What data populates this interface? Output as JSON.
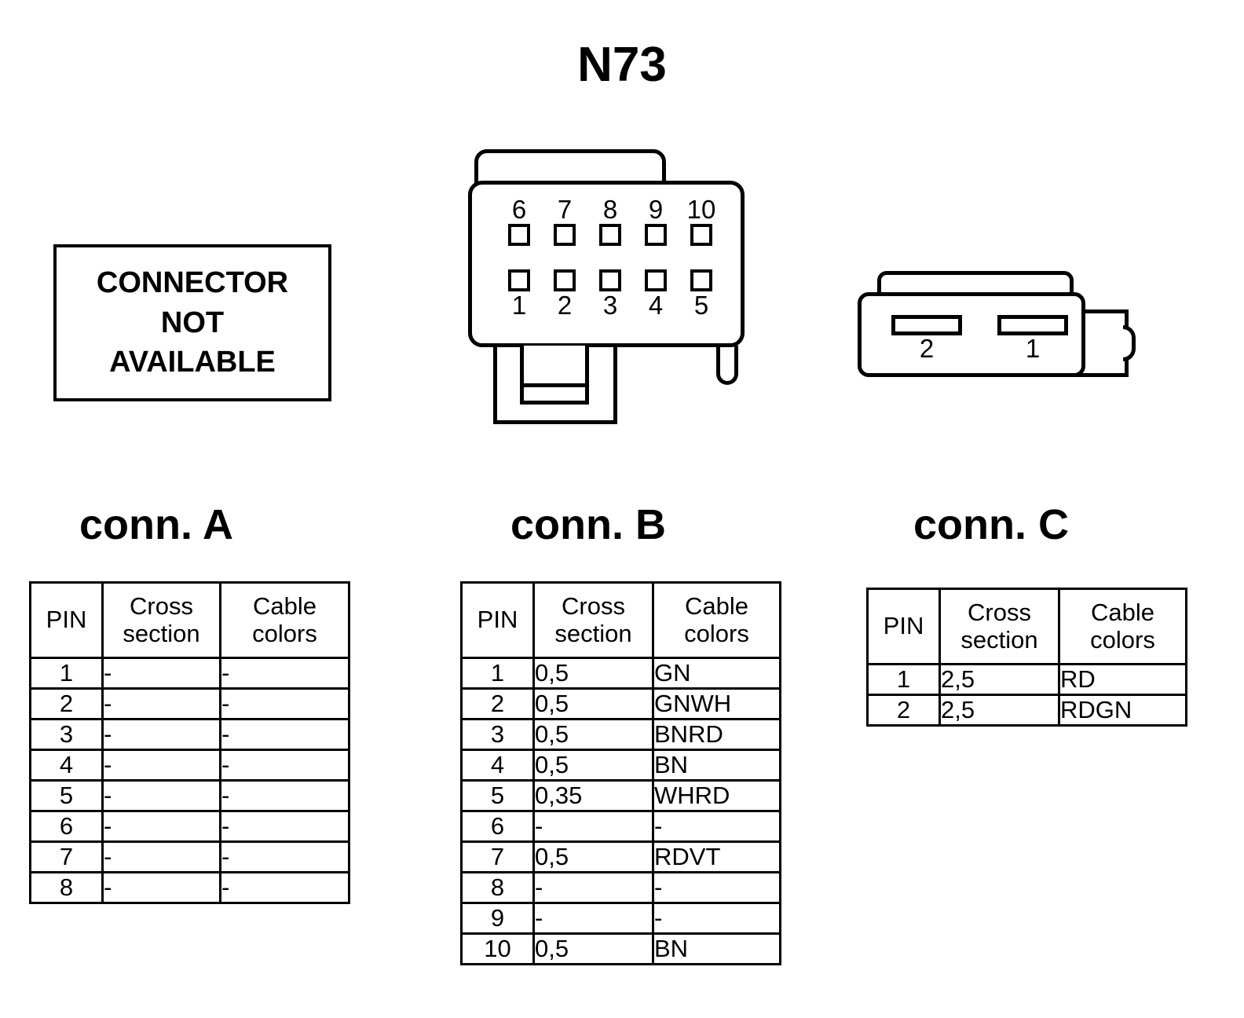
{
  "title": "N73",
  "not_available_box": {
    "line1": "CONNECTOR",
    "line2": "NOT",
    "line3": "AVAILABLE"
  },
  "connector_b_drawing": {
    "top_pin_numbers": [
      "6",
      "7",
      "8",
      "9",
      "10"
    ],
    "bottom_pin_numbers": [
      "1",
      "2",
      "3",
      "4",
      "5"
    ]
  },
  "connector_c_drawing": {
    "slot_numbers": [
      "2",
      "1"
    ]
  },
  "headings": {
    "conn_a": "conn. A",
    "conn_b": "conn. B",
    "conn_c": "conn. C"
  },
  "table_headers": {
    "pin": "PIN",
    "cross_section": "Cross section",
    "cable_colors": "Cable colors"
  },
  "tables": {
    "conn_a": {
      "rows": [
        {
          "pin": "1",
          "cross_section": "-",
          "cable_colors": "-"
        },
        {
          "pin": "2",
          "cross_section": "-",
          "cable_colors": "-"
        },
        {
          "pin": "3",
          "cross_section": "-",
          "cable_colors": "-"
        },
        {
          "pin": "4",
          "cross_section": "-",
          "cable_colors": "-"
        },
        {
          "pin": "5",
          "cross_section": "-",
          "cable_colors": "-"
        },
        {
          "pin": "6",
          "cross_section": "-",
          "cable_colors": "-"
        },
        {
          "pin": "7",
          "cross_section": "-",
          "cable_colors": "-"
        },
        {
          "pin": "8",
          "cross_section": "-",
          "cable_colors": "-"
        }
      ]
    },
    "conn_b": {
      "rows": [
        {
          "pin": "1",
          "cross_section": "0,5",
          "cable_colors": "GN"
        },
        {
          "pin": "2",
          "cross_section": "0,5",
          "cable_colors": "GNWH"
        },
        {
          "pin": "3",
          "cross_section": "0,5",
          "cable_colors": "BNRD"
        },
        {
          "pin": "4",
          "cross_section": "0,5",
          "cable_colors": "BN"
        },
        {
          "pin": "5",
          "cross_section": "0,35",
          "cable_colors": "WHRD"
        },
        {
          "pin": "6",
          "cross_section": "-",
          "cable_colors": "-"
        },
        {
          "pin": "7",
          "cross_section": "0,5",
          "cable_colors": "RDVT"
        },
        {
          "pin": "8",
          "cross_section": "-",
          "cable_colors": "-"
        },
        {
          "pin": "9",
          "cross_section": "-",
          "cable_colors": "-"
        },
        {
          "pin": "10",
          "cross_section": "0,5",
          "cable_colors": "BN"
        }
      ]
    },
    "conn_c": {
      "rows": [
        {
          "pin": "1",
          "cross_section": "2,5",
          "cable_colors": "RD"
        },
        {
          "pin": "2",
          "cross_section": "2,5",
          "cable_colors": "RDGN"
        }
      ]
    }
  },
  "colors": {
    "ink": "#000000",
    "paper": "#ffffff"
  }
}
